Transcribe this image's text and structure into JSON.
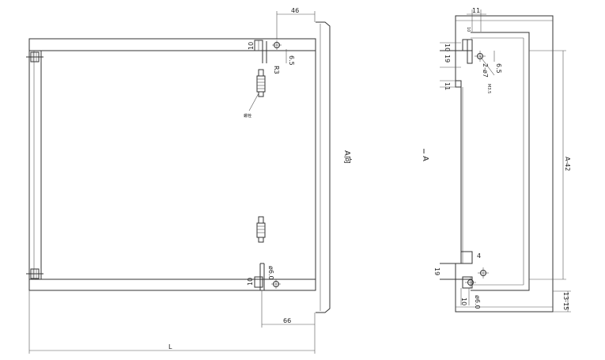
{
  "dimensions": {
    "front": {
      "top_width": "46",
      "hole_offset": "6.5",
      "radius": "R3",
      "small_upper": "10",
      "small_lower": "10",
      "hole_diameter": "ø6.0",
      "bottom_offset": "66",
      "overall_length": "L"
    },
    "side": {
      "top_width": "11",
      "tab_upper": "10",
      "tab_mid": "19",
      "tab_small": "10",
      "step": "11",
      "hole_note": "2-ø7",
      "hole_offset": "6.5",
      "height": "A-42",
      "lower_tab": "4",
      "lower_height": "19",
      "lower_small": "10",
      "lower_hole": "ø6.0",
      "base_range": "13-15"
    }
  },
  "labels": {
    "view_direction": "A向",
    "section_letter": "A",
    "small_note_front": "螺栓",
    "small_note_side": "M3.5"
  }
}
